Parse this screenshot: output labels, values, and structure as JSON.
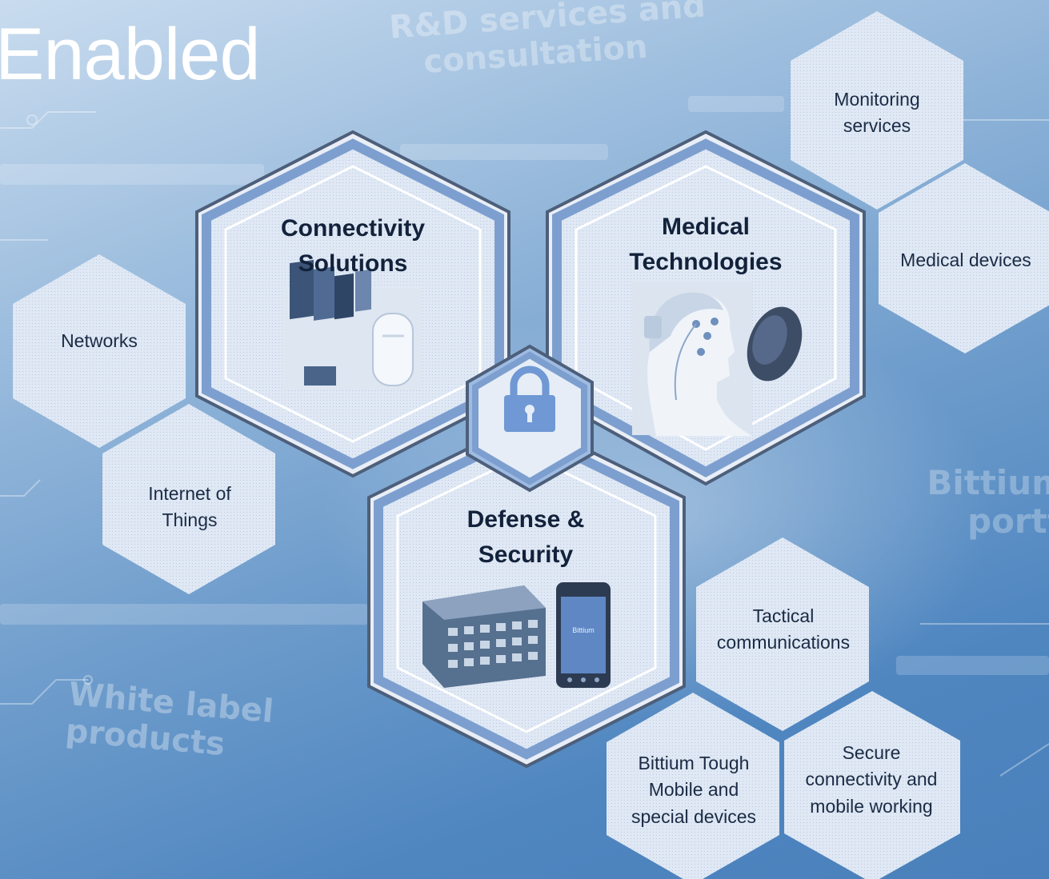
{
  "slide": {
    "title": "Enabled"
  },
  "background_text": {
    "rd": [
      "R&D services and",
      "consultation"
    ],
    "white_label": [
      "White label",
      "products"
    ],
    "bittium": [
      "Bittium p",
      "portf"
    ]
  },
  "main_hexes": {
    "connectivity": {
      "line1": "Connectivity",
      "line2": "Solutions"
    },
    "medical": {
      "line1": "Medical",
      "line2": "Technologies"
    },
    "defense": {
      "line1": "Defense &",
      "line2": "Security"
    }
  },
  "center_icon": "padlock-icon",
  "phone_brand": "Bittium",
  "small_hexes": {
    "monitoring": [
      "Monitoring",
      "services"
    ],
    "medical_devices": [
      "Medical devices"
    ],
    "networks": [
      "Networks"
    ],
    "iot": [
      "Internet of",
      "Things"
    ],
    "tactical": [
      "Tactical",
      "communications"
    ],
    "tough_mobile": [
      "Bittium Tough",
      "Mobile and",
      "special devices"
    ],
    "secure": [
      "Secure",
      "connectivity and",
      "mobile working"
    ]
  },
  "colors": {
    "hex_fill": "#dde7f3",
    "hex_border_dark": "#4d5f7a",
    "hex_border_blue": "#7d9fcf",
    "lock_blue": "#6f98d4",
    "text_dark": "#1b2b45"
  }
}
